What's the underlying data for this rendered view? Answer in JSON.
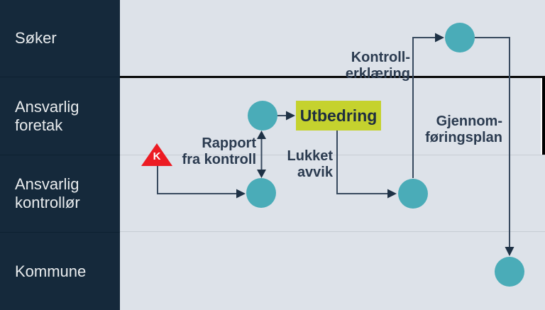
{
  "sidebar": {
    "lanes": [
      {
        "label": "Søker"
      },
      {
        "label": "Ansvarlig\nforetak"
      },
      {
        "label": "Ansvarlig\nkontrollør"
      },
      {
        "label": "Kommune"
      }
    ]
  },
  "diagram": {
    "process_box": {
      "label": "Utbedring"
    },
    "control_marker": {
      "letter": "K"
    },
    "edge_labels": {
      "rapport": "Rapport\nfra kontroll",
      "lukket_avvik": "Lukket\navvik",
      "kontrollerklaering": "Kontroll-\nerklæring",
      "gjennomforingsplan": "Gjennom-\nføringsplan"
    }
  },
  "colors": {
    "sidebar_bg": "#15293b",
    "main_bg": "#dde2e9",
    "node": "#4aacb8",
    "highlight": "#c5d22e",
    "alert": "#ec1b23",
    "connector": "#37495e"
  }
}
